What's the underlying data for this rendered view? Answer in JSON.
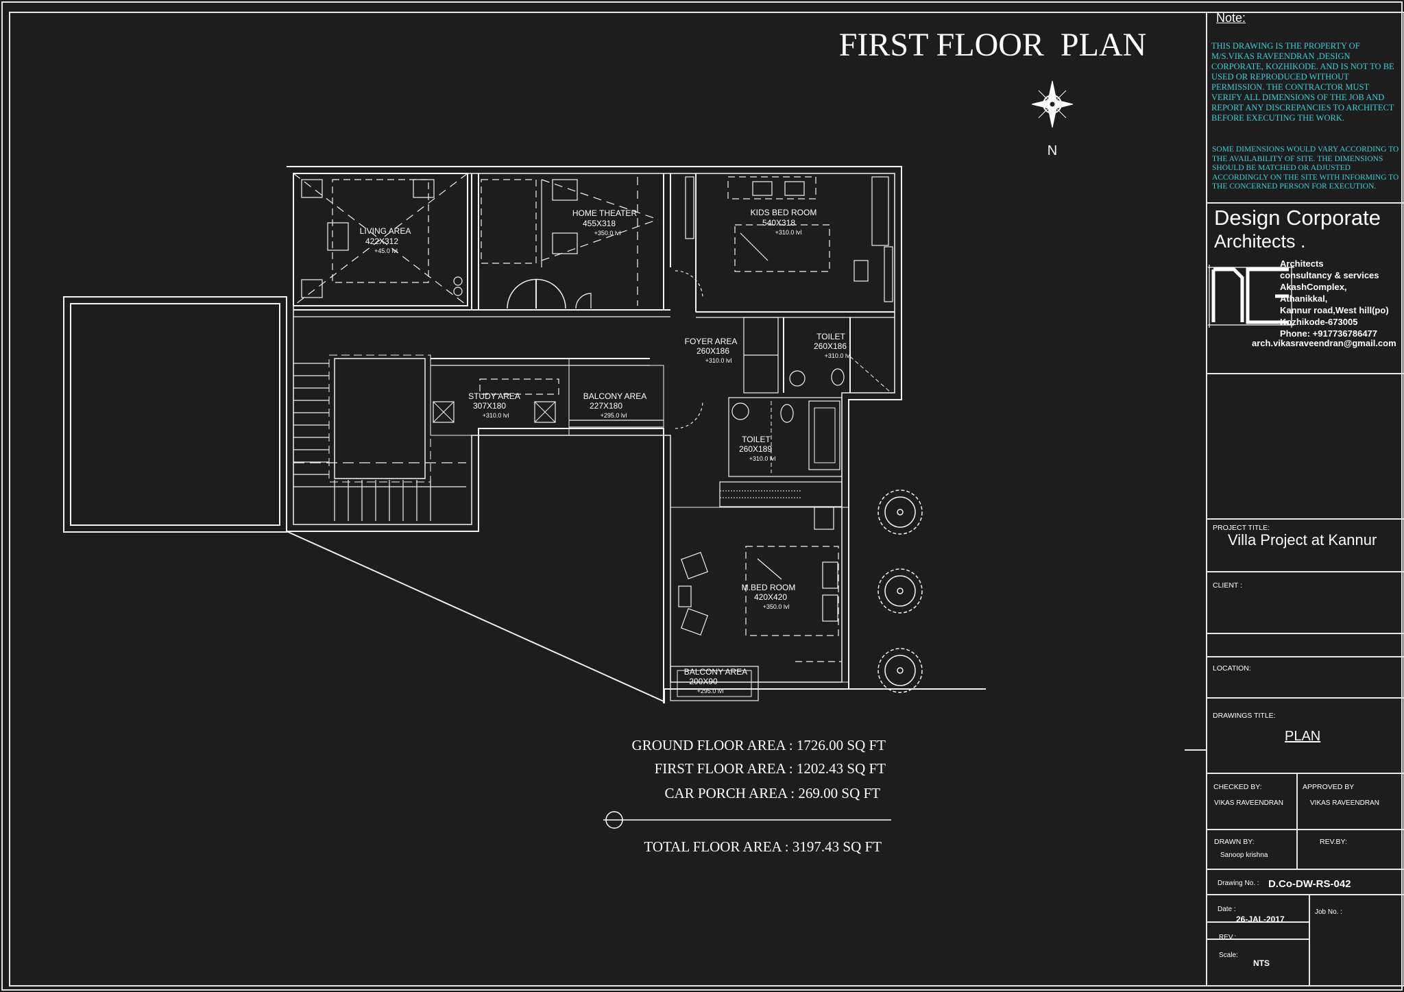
{
  "title": "FIRST FLOOR  PLAN",
  "north_label": "N",
  "rooms": [
    {
      "name": "LIVING AREA",
      "size": "422X312",
      "level": "+45.0 lvl"
    },
    {
      "name": "HOME THEATER",
      "size": "455X318",
      "level": "+350.0 lvl"
    },
    {
      "name": "KIDS BED ROOM",
      "size": "540X318",
      "level": "+310.0 lvl"
    },
    {
      "name": "FOYER AREA",
      "size": "260X186",
      "level": "+310.0 lvl"
    },
    {
      "name": "TOILET",
      "size": "260X186",
      "level": "+310.0 lvl"
    },
    {
      "name": "STUDY  AREA",
      "size": "307X180",
      "level": "+310.0 lvl"
    },
    {
      "name": "BALCONY AREA",
      "size": "227X180",
      "level": "+295.0 lvl"
    },
    {
      "name": "TOILET",
      "size": "260X189",
      "level": "+310.0 lvl"
    },
    {
      "name": "M.BED ROOM",
      "size": "420X420",
      "level": "+350.0 lvl"
    },
    {
      "name": "BALCONY AREA",
      "size": "200X90",
      "level": "+295.0 lvl"
    }
  ],
  "areas": {
    "ground": "GROUND FLOOR AREA : 1726.00 SQ FT",
    "first": "FIRST FLOOR AREA : 1202.43 SQ FT",
    "porch": "CAR PORCH AREA : 269.00 SQ FT",
    "total": "TOTAL FLOOR AREA : 3197.43 SQ FT"
  },
  "note": {
    "heading": "Note:",
    "p1": "THIS DRAWING IS THE PROPERTY OF M/S.VIKAS RAVEENDRAN ,DESIGN CORPORATE,  KOZHIKODE. AND IS NOT TO BE USED OR REPRODUCED WITHOUT PERMISSION. THE CONTRACTOR MUST VERIFY ALL DIMENSIONS OF  THE  JOB AND REPORT  ANY DISCREPANCIES TO ARCHITECT BEFORE EXECUTING THE WORK.",
    "p2": "SOME DIMENSIONS WOULD VARY ACCORDING TO THE AVAILABILITY OF SITE. THE DIMENSIONS SHOULD BE MATCHED OR ADJUSTED ACCORDINGLY ON THE SITE WITH INFORMING TO THE CONCERNED PERSON FOR EXECUTION."
  },
  "firm": {
    "name_line1": "Design Corporate",
    "name_line2": "Architects .",
    "logo_text": "DC",
    "address": [
      "Architects",
      "consultancy & services",
      "AkashComplex,",
      "Athanikkal,",
      "Kannur road,West hill(po)",
      "Kozhikode-673005",
      "Phone: +917736786477"
    ],
    "email": "arch.vikasraveendran@gmail.com"
  },
  "title_block": {
    "project_title_label": "PROJECT TITLE:",
    "project_title": "Villa Project at Kannur",
    "client_label": "CLIENT :",
    "location_label": "LOCATION:",
    "drawings_title_label": "DRAWINGS TITLE:",
    "drawings_title": "PLAN",
    "checked_by_label": "CHECKED BY:",
    "checked_by": "VIKAS RAVEENDRAN",
    "approved_by_label": "APPROVED BY",
    "approved_by": "VIKAS RAVEENDRAN",
    "drawn_by_label": "DRAWN BY:",
    "drawn_by": "Sanoop krishna",
    "rev_by_label": "REV.BY:",
    "drawing_no_label": "Drawing No. :",
    "drawing_no": "D.Co-DW-RS-042",
    "date_label": "Date :",
    "date": "26-JAL-2017",
    "job_no_label": "Job No. :",
    "rev_label": "REV.:",
    "scale_label": "Scale:",
    "scale": "NTS"
  }
}
